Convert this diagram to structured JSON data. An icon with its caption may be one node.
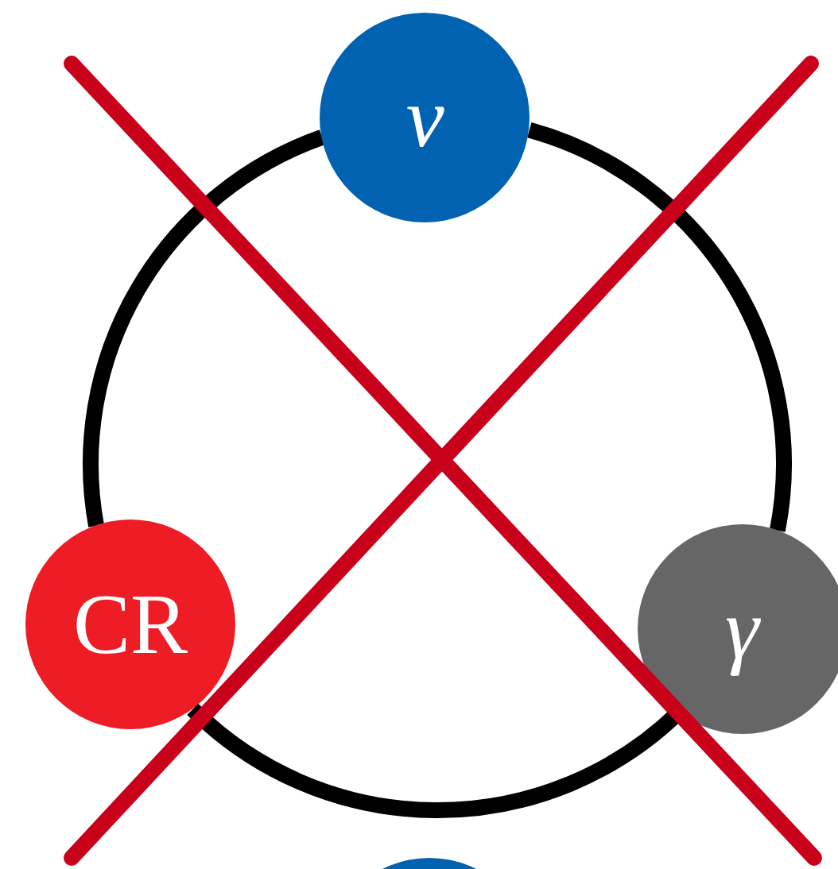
{
  "diagram": {
    "nodes": [
      {
        "text": [
          "ν"
        ]
      },
      {
        "text": [
          "CR"
        ]
      },
      {
        "text": [
          "γ"
        ]
      },
      {
        "text": [],
        "shape": "circle"
      }
    ],
    "edges": [
      {
        "from": 0,
        "to": 2,
        "arrow": "none"
      },
      {
        "from": 2,
        "to": 1,
        "arrow": "none"
      },
      {
        "from": 1,
        "to": 0,
        "arrow": "none"
      }
    ]
  }
}
